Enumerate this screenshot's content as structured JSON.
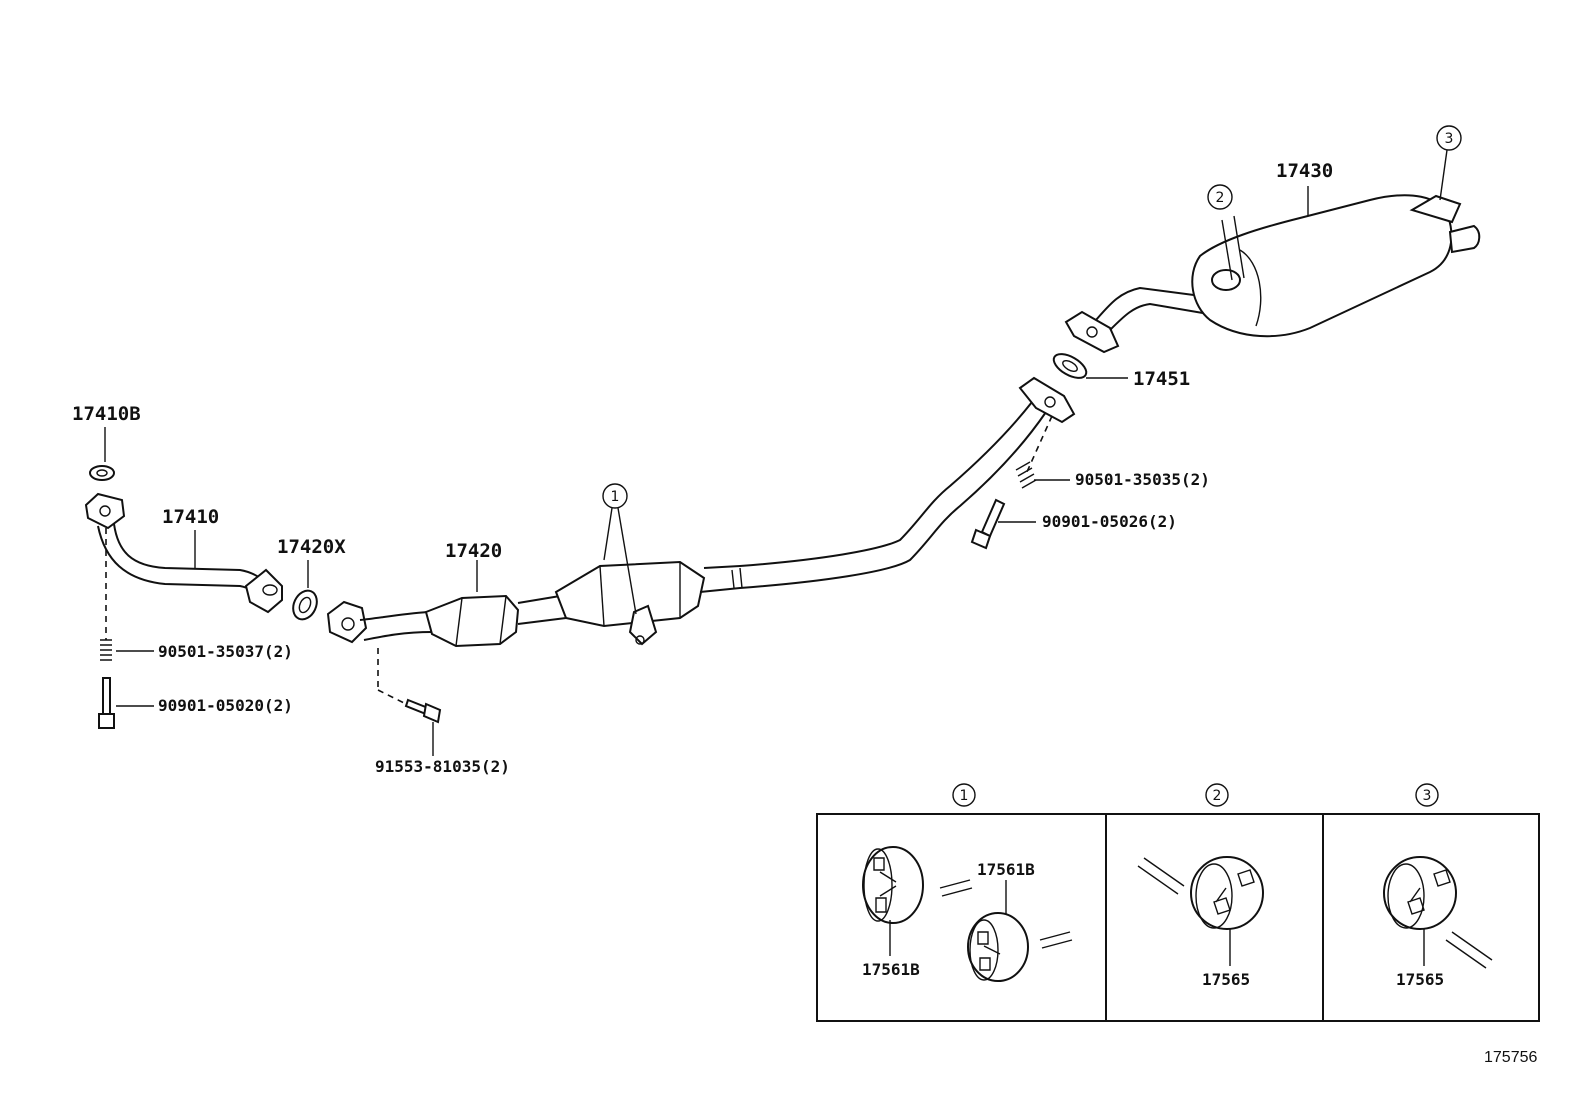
{
  "figure_id": "175756",
  "callouts": {
    "c1": "1",
    "c2": "2",
    "c3": "3"
  },
  "parts": {
    "p17410B": "17410B",
    "p17410": "17410",
    "p17420X": "17420X",
    "p17420": "17420",
    "p17430": "17430",
    "p17451": "17451",
    "p90501_35037": "90501-35037(2)",
    "p90901_05020": "90901-05020(2)",
    "p91553_81035": "91553-81035(2)",
    "p90501_35035": "90501-35035(2)",
    "p90901_05026": "90901-05026(2)"
  },
  "detail_panels": {
    "panel1": {
      "number": "1",
      "label_a": "17561B",
      "label_b": "17561B"
    },
    "panel2": {
      "number": "2",
      "label": "17565"
    },
    "panel3": {
      "number": "3",
      "label": "17565"
    }
  }
}
